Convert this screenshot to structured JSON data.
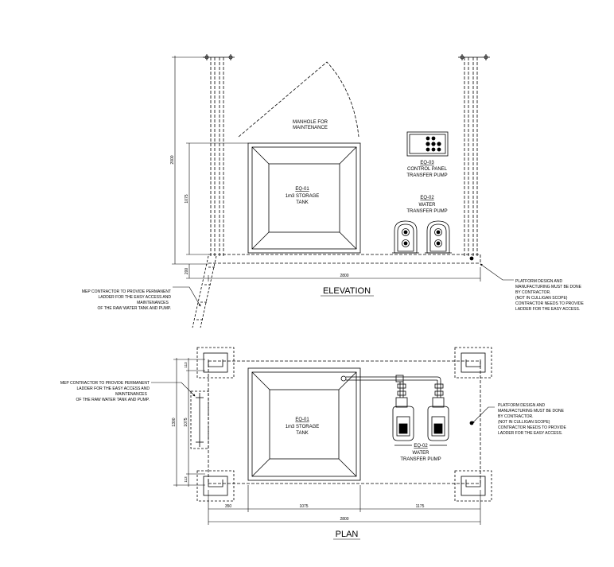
{
  "elevation": {
    "title": "ELEVATION",
    "manhole": [
      "MANHOLE FOR",
      "MAINTENANCE"
    ],
    "tank": {
      "tag": "EQ-01",
      "lines": [
        "1m3 STORAGE",
        "TANK"
      ]
    },
    "panel": {
      "tag": "EQ-03",
      "lines": [
        "CONTROL PANEL",
        "TRANSFER PUMP"
      ]
    },
    "pump": {
      "tag": "EQ-02",
      "lines": [
        "WATER",
        "TRANSFER PUMP"
      ]
    },
    "dims": {
      "height_total": "2000",
      "tank_height": "1075",
      "platform": "200",
      "width": "2800"
    },
    "ladder_note": [
      "MEP CONTRACTOR TO PROVIDE PERMANENT",
      "LADDER FOR THE EASY ACCESS AND",
      "MAINTENANCES",
      "OF THE RAW WATER TANK AND PUMP."
    ],
    "platform_note": [
      "PLATFORM DESIGN AND",
      "MANUFACTURING MUST BE DONE",
      "BY CONTRACTOR.",
      "(NOT IN CULLIGAN SCOPE)",
      "CONTRACTOR NEEDS TO PROVIDE",
      "LADDER FOR THE EASY ACCESS."
    ]
  },
  "plan": {
    "title": "PLAN",
    "tank": {
      "tag": "EQ-01",
      "lines": [
        "1m3 STORAGE",
        "TANK"
      ]
    },
    "pump": {
      "tag": "EQ-02",
      "lines": [
        "WATER",
        "TRANSFER PUMP"
      ]
    },
    "dims": {
      "depth": "1300",
      "inner": "1075",
      "edge_top": "113",
      "edge_bottom": "113",
      "seg1": "350",
      "seg2": "1075",
      "seg3": "1175",
      "width": "2800"
    },
    "ladder_note": [
      "MEP CONTRACTOR TO PROVIDE PERMANENT",
      "LADDER FOR THE EASY ACCESS AND",
      "MAINTENANCES",
      "OF THE RAW WATER TANK AND PUMP."
    ],
    "platform_note": [
      "PLATFORM DESIGN AND",
      "MANUFACTURING MUST BE DONE",
      "BY CONTRACTOR.",
      "(NOT IN CULLIGAN SCOPE)",
      "CONTRACTOR NEEDS TO PROVIDE",
      "LADDER FOR THE EASY ACCESS."
    ]
  }
}
